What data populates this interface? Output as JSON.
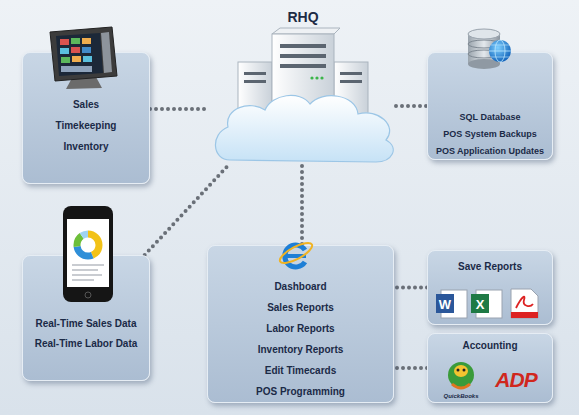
{
  "diagram": {
    "nodes": [
      {
        "text": [
          "Sales",
          "Timekeeping",
          "Inventory"
        ]
      },
      {
        "text": [
          "RHQ"
        ]
      },
      {
        "text": [
          "SQL Database",
          "POS System Backups",
          "POS Application Updates"
        ]
      },
      {
        "text": [
          "Real-Time Sales Data",
          "Real-Time Labor Data"
        ]
      },
      {
        "text": [
          "Dashboard",
          "Sales Reports",
          "Labor Reports",
          "Inventory Reports",
          "Edit Timecards",
          "POS Programming"
        ]
      },
      {
        "text": [
          "Save Reports"
        ]
      },
      {
        "text": [
          "Accounting"
        ]
      }
    ],
    "edges": [
      {
        "from": 0,
        "to": 1,
        "arrow": "none"
      },
      {
        "from": 1,
        "to": 2,
        "arrow": "none"
      },
      {
        "from": 3,
        "to": 1,
        "arrow": "none"
      },
      {
        "from": 1,
        "to": 4,
        "arrow": "none"
      },
      {
        "from": 5,
        "to": 4,
        "arrow": "none"
      },
      {
        "from": 6,
        "to": 4,
        "arrow": "none"
      }
    ],
    "labels": [
      "W",
      "X",
      "QuickBooks",
      "ADP"
    ]
  }
}
